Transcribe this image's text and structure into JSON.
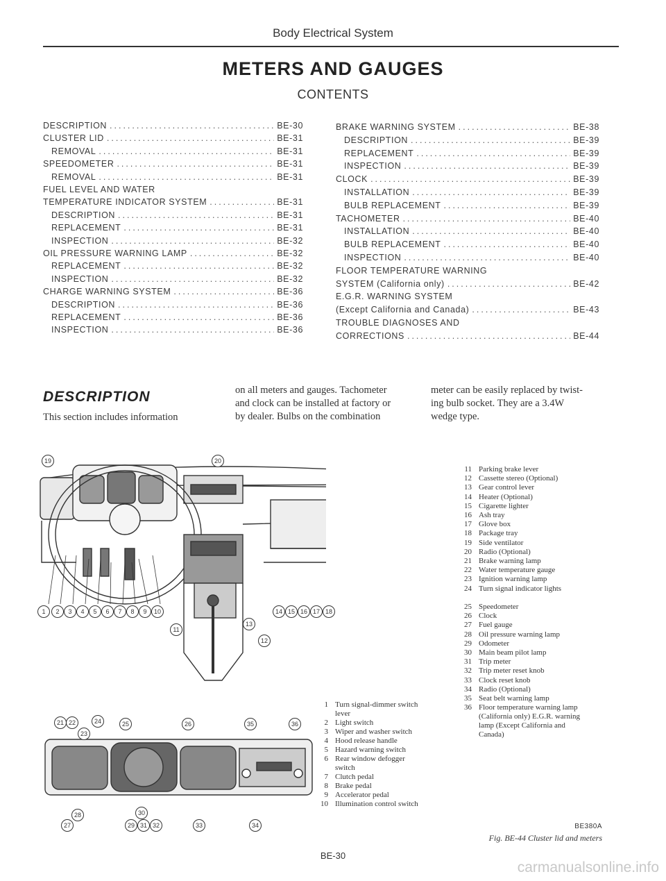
{
  "header": "Body Electrical System",
  "title": "METERS AND GAUGES",
  "contents_heading": "CONTENTS",
  "toc_left": [
    {
      "label": "DESCRIPTION",
      "page": "BE-30",
      "indent": false
    },
    {
      "label": "CLUSTER LID",
      "page": "BE-31",
      "indent": false
    },
    {
      "label": "REMOVAL",
      "page": "BE-31",
      "indent": true
    },
    {
      "label": "SPEEDOMETER",
      "page": "BE-31",
      "indent": false
    },
    {
      "label": "REMOVAL",
      "page": "BE-31",
      "indent": true
    },
    {
      "label": "FUEL LEVEL AND WATER",
      "page": "",
      "indent": false
    },
    {
      "label": "TEMPERATURE INDICATOR SYSTEM",
      "page": "BE-31",
      "indent": false
    },
    {
      "label": "DESCRIPTION",
      "page": "BE-31",
      "indent": true
    },
    {
      "label": "REPLACEMENT",
      "page": "BE-31",
      "indent": true
    },
    {
      "label": "INSPECTION",
      "page": "BE-32",
      "indent": true
    },
    {
      "label": "OIL PRESSURE WARNING LAMP",
      "page": "BE-32",
      "indent": false
    },
    {
      "label": "REPLACEMENT",
      "page": "BE-32",
      "indent": true
    },
    {
      "label": "INSPECTION",
      "page": "BE-32",
      "indent": true
    },
    {
      "label": "CHARGE WARNING SYSTEM",
      "page": "BE-36",
      "indent": false
    },
    {
      "label": "DESCRIPTION",
      "page": "BE-36",
      "indent": true
    },
    {
      "label": "REPLACEMENT",
      "page": "BE-36",
      "indent": true
    },
    {
      "label": "INSPECTION",
      "page": "BE-36",
      "indent": true
    }
  ],
  "toc_right": [
    {
      "label": "BRAKE WARNING SYSTEM",
      "page": "BE-38",
      "indent": false
    },
    {
      "label": "DESCRIPTION",
      "page": "BE-39",
      "indent": true
    },
    {
      "label": "REPLACEMENT",
      "page": "BE-39",
      "indent": true
    },
    {
      "label": "INSPECTION",
      "page": "BE-39",
      "indent": true
    },
    {
      "label": "CLOCK",
      "page": "BE-39",
      "indent": false
    },
    {
      "label": "INSTALLATION",
      "page": "BE-39",
      "indent": true
    },
    {
      "label": "BULB REPLACEMENT",
      "page": "BE-39",
      "indent": true
    },
    {
      "label": "TACHOMETER",
      "page": "BE-40",
      "indent": false
    },
    {
      "label": "INSTALLATION",
      "page": "BE-40",
      "indent": true
    },
    {
      "label": "BULB REPLACEMENT",
      "page": "BE-40",
      "indent": true
    },
    {
      "label": "INSPECTION",
      "page": "BE-40",
      "indent": true
    },
    {
      "label": "FLOOR TEMPERATURE WARNING",
      "page": "",
      "indent": false
    },
    {
      "label": "SYSTEM (California only)",
      "page": "BE-42",
      "indent": false
    },
    {
      "label": "E.G.R. WARNING SYSTEM",
      "page": "",
      "indent": false
    },
    {
      "label": "(Except California and Canada)",
      "page": "BE-43",
      "indent": false
    },
    {
      "label": "TROUBLE DIAGNOSES AND",
      "page": "",
      "indent": false
    },
    {
      "label": "CORRECTIONS",
      "page": "BE-44",
      "indent": false
    }
  ],
  "section_heading": "DESCRIPTION",
  "body_col1": [
    "This section includes information"
  ],
  "body_col2": [
    "on all meters and gauges. Tachometer",
    "and clock can be installed at factory or",
    "by dealer. Bulbs on the combination"
  ],
  "body_col3": [
    "meter can be easily replaced by twist-",
    "ing bulb socket. They are a 3.4W",
    "wedge type."
  ],
  "legend_left": [
    {
      "num": "1",
      "text": "Turn signal-dimmer switch lever"
    },
    {
      "num": "2",
      "text": "Light switch"
    },
    {
      "num": "3",
      "text": "Wiper and washer switch"
    },
    {
      "num": "4",
      "text": "Hood release handle"
    },
    {
      "num": "5",
      "text": "Hazard warning switch"
    },
    {
      "num": "6",
      "text": "Rear window defogger switch"
    },
    {
      "num": "7",
      "text": "Clutch pedal"
    },
    {
      "num": "8",
      "text": "Brake pedal"
    },
    {
      "num": "9",
      "text": "Accelerator pedal"
    },
    {
      "num": "10",
      "text": "Illumination control switch"
    }
  ],
  "legend_right": [
    {
      "num": "11",
      "text": "Parking brake lever"
    },
    {
      "num": "12",
      "text": "Cassette stereo (Optional)"
    },
    {
      "num": "13",
      "text": "Gear control lever"
    },
    {
      "num": "14",
      "text": "Heater (Optional)"
    },
    {
      "num": "15",
      "text": "Cigarette lighter"
    },
    {
      "num": "16",
      "text": "Ash tray"
    },
    {
      "num": "17",
      "text": "Glove box"
    },
    {
      "num": "18",
      "text": "Package tray"
    },
    {
      "num": "19",
      "text": "Side ventilator"
    },
    {
      "num": "20",
      "text": "Radio (Optional)"
    },
    {
      "num": "21",
      "text": "Brake warning lamp"
    },
    {
      "num": "22",
      "text": "Water temperature gauge"
    },
    {
      "num": "23",
      "text": "Ignition warning lamp"
    },
    {
      "num": "24",
      "text": "Turn signal indicator lights"
    },
    {
      "num": "25",
      "text": "Speedometer"
    },
    {
      "num": "26",
      "text": "Clock"
    },
    {
      "num": "27",
      "text": "Fuel gauge"
    },
    {
      "num": "28",
      "text": "Oil pressure warning lamp"
    },
    {
      "num": "29",
      "text": "Odometer"
    },
    {
      "num": "30",
      "text": "Main beam pilot lamp"
    },
    {
      "num": "31",
      "text": "Trip meter"
    },
    {
      "num": "32",
      "text": "Trip meter reset knob"
    },
    {
      "num": "33",
      "text": "Clock reset knob"
    },
    {
      "num": "34",
      "text": "Radio (Optional)"
    },
    {
      "num": "35",
      "text": "Seat belt warning lamp"
    },
    {
      "num": "36",
      "text": "Floor temperature warning lamp (California only) E.G.R. warning lamp (Except California and Canada)"
    }
  ],
  "figure_code": "BE380A",
  "figure_caption": "Fig. BE-44  Cluster lid and meters",
  "footer": "BE-30",
  "watermark": "carmanualsonline.info"
}
